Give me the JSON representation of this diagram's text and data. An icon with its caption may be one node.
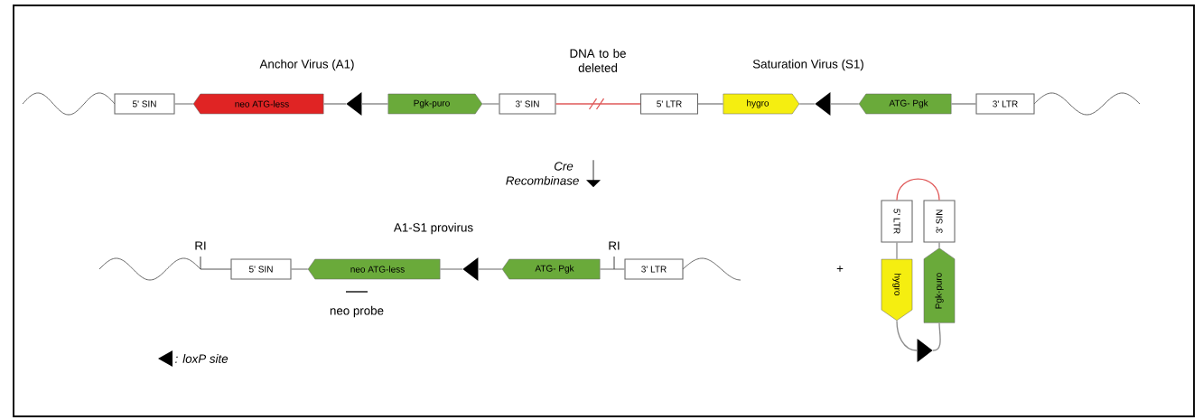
{
  "diagram": {
    "nodes": [
      {
        "text": [
          "5' SIN"
        ]
      },
      {
        "text": [
          "neo ATG-less"
        ]
      },
      {
        "text": [],
        "shape": "triangle"
      },
      {
        "text": [
          "Pgk-puro"
        ]
      },
      {
        "text": [
          "3' SIN"
        ]
      },
      {
        "text": [
          "5' LTR"
        ]
      },
      {
        "text": [
          "hygro"
        ]
      },
      {
        "text": [],
        "shape": "triangle"
      },
      {
        "text": [
          "ATG- Pgk"
        ]
      },
      {
        "text": [
          "3' LTR"
        ]
      },
      {
        "text": [
          "5' SIN"
        ]
      },
      {
        "text": [
          "neo ATG-less"
        ]
      },
      {
        "text": [],
        "shape": "triangle"
      },
      {
        "text": [
          "ATG- Pgk"
        ]
      },
      {
        "text": [
          "3' LTR"
        ]
      },
      {
        "text": [
          "5' LTR"
        ]
      },
      {
        "text": [
          "3' SIN"
        ]
      },
      {
        "text": [
          "hygro"
        ]
      },
      {
        "text": [
          "Pgk-puro"
        ]
      },
      {
        "text": [],
        "shape": "triangle"
      },
      {
        "text": [],
        "shape": "arrow",
        "beside": [
          "Cre Recombinase"
        ]
      }
    ],
    "edges": [
      {
        "from": 0,
        "to": 1,
        "arrow": "none"
      },
      {
        "from": 1,
        "to": 2,
        "arrow": "none"
      },
      {
        "from": 2,
        "to": 3,
        "arrow": "none"
      },
      {
        "from": 3,
        "to": 4,
        "arrow": "none"
      },
      {
        "from": 4,
        "to": 5,
        "arrow": "none",
        "color": "#e05a5a"
      },
      {
        "from": 5,
        "to": 6,
        "arrow": "none"
      },
      {
        "from": 6,
        "to": 7,
        "arrow": "none"
      },
      {
        "from": 7,
        "to": 8,
        "arrow": "none"
      },
      {
        "from": 8,
        "to": 9,
        "arrow": "none"
      },
      {
        "from": 10,
        "to": 11,
        "arrow": "none"
      },
      {
        "from": 11,
        "to": 12,
        "arrow": "none"
      },
      {
        "from": 12,
        "to": 13,
        "arrow": "none"
      },
      {
        "from": 13,
        "to": 14,
        "arrow": "none"
      },
      {
        "from": 15,
        "to": 16,
        "arrow": "none",
        "color": "#e05a5a"
      },
      {
        "from": 15,
        "to": 17,
        "arrow": "none"
      },
      {
        "from": 16,
        "to": 18,
        "arrow": "none"
      },
      {
        "from": 17,
        "to": 19,
        "arrow": "none"
      },
      {
        "from": 18,
        "to": 19,
        "arrow": "none"
      }
    ],
    "labels": [
      "Anchor Virus (A1)",
      "DNA to be deleted",
      "Saturation Virus (S1)",
      "A1-S1 provirus",
      "RI",
      "RI",
      "neo probe",
      "+"
    ],
    "legend": [
      {
        "text": ": loxP site"
      }
    ]
  }
}
